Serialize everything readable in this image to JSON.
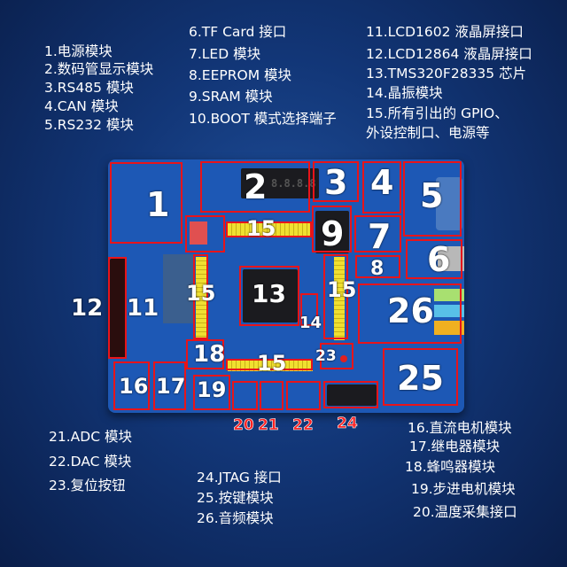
{
  "top_legend": {
    "col1": [
      "1.电源模块",
      "2.数码管显示模块",
      "3.RS485 模块",
      "4.CAN 模块",
      "5.RS232 模块"
    ],
    "col2": [
      "6.TF Card 接口",
      "7.LED 模块",
      "8.EEPROM 模块",
      "9.SRAM 模块",
      "10.BOOT 模式选择端子"
    ],
    "col3": [
      "11.LCD1602 液晶屏接口",
      "12.LCD12864 液晶屏接口",
      "13.TMS320F28335 芯片",
      "14.晶振模块",
      "15.所有引出的 GPIO、",
      "外设控制口、电源等"
    ]
  },
  "bottom_legend": {
    "col1": [
      "21.ADC 模块",
      "22.DAC 模块",
      "23.复位按钮"
    ],
    "col2": [
      "24.JTAG 接口",
      "25.按键模块",
      "26.音频模块"
    ],
    "col3": [
      "16.直流电机模块",
      "17.继电器模块",
      "18.蜂鸣器模块",
      "19.步进电机模块",
      "20.温度采集接口"
    ]
  },
  "board": {
    "markers": [
      "1",
      "2",
      "3",
      "4",
      "5",
      "6",
      "7",
      "8",
      "9",
      "11",
      "12",
      "13",
      "14",
      "15",
      "15",
      "15",
      "15",
      "16",
      "17",
      "18",
      "19",
      "23",
      "25",
      "26"
    ],
    "below_markers": [
      "20",
      "21",
      "22",
      "24"
    ],
    "seven_segment": "8.8.8.8"
  },
  "colors": {
    "marker_box": "#e8141a",
    "board": "#1d58b5",
    "background": "#123677"
  }
}
